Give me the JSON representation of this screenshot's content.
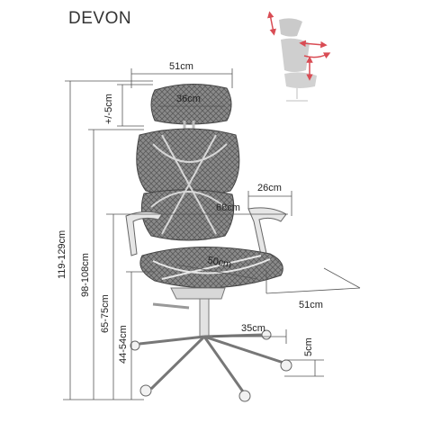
{
  "title": "DEVON",
  "dimensions": {
    "headrest_width": "51cm",
    "headrest_inner_width": "36cm",
    "headrest_adjust": "+/-5cm",
    "armrest_depth": "26cm",
    "width_between_arms": "68cm",
    "seat_depth": "50cm",
    "seat_width": "51cm",
    "base_radius": "35cm",
    "caster_height": "5cm",
    "total_height": "119-129cm",
    "backrest_top_height": "98-108cm",
    "armrest_height": "65-75cm",
    "seat_height": "44-54cm"
  },
  "colors": {
    "line": "#555555",
    "mesh": "#6a6a6a",
    "frame": "#d0d0d0",
    "adjust_arrow": "#d0202a"
  }
}
